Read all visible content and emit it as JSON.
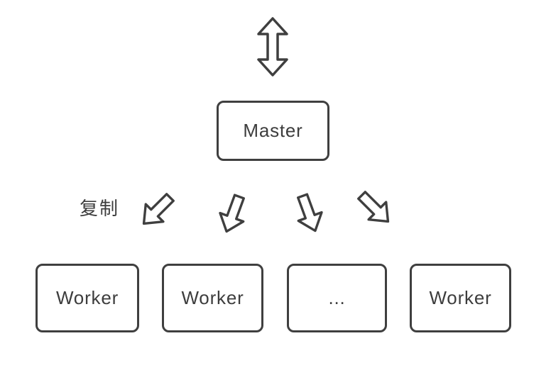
{
  "master": {
    "label": "Master"
  },
  "replicate_label": "复制",
  "workers": [
    {
      "label": "Worker"
    },
    {
      "label": "Worker"
    },
    {
      "label": "..."
    },
    {
      "label": "Worker"
    }
  ],
  "icons": {
    "top": "bidirectional-vertical-arrow",
    "fanout": [
      "arrow-down-left",
      "arrow-down-slight-left",
      "arrow-down-slight-right",
      "arrow-down-right"
    ]
  },
  "colors": {
    "stroke": "#3f3f3f",
    "text": "#3d3d3d",
    "box-fill": "#ffffff",
    "background": "#ffffff"
  }
}
